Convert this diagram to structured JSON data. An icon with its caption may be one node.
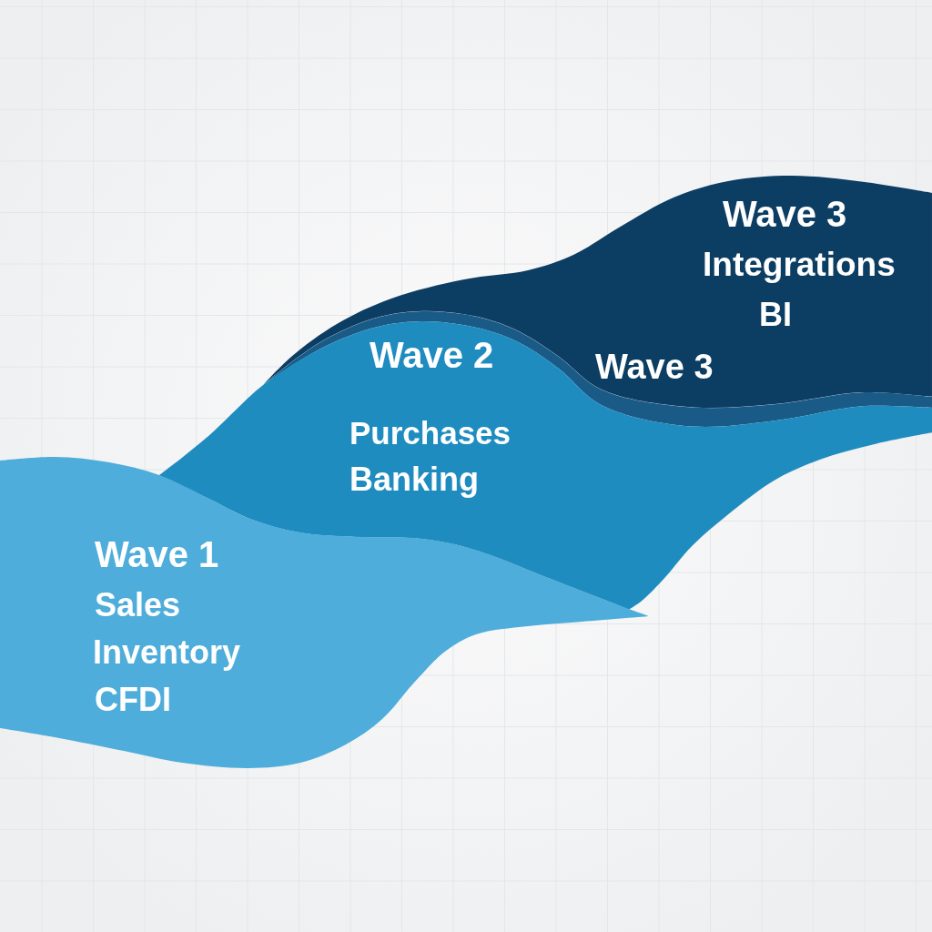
{
  "diagram": {
    "nodes": [
      {
        "text": [
          "Wave 1",
          "Sales",
          "Inventory",
          "CFDI"
        ]
      },
      {
        "text": [
          "Wave 2",
          "Purchases",
          "Banking"
        ]
      },
      {
        "text": [
          "Wave 3",
          "Integrations",
          "BI",
          "Wave 3"
        ]
      }
    ]
  }
}
